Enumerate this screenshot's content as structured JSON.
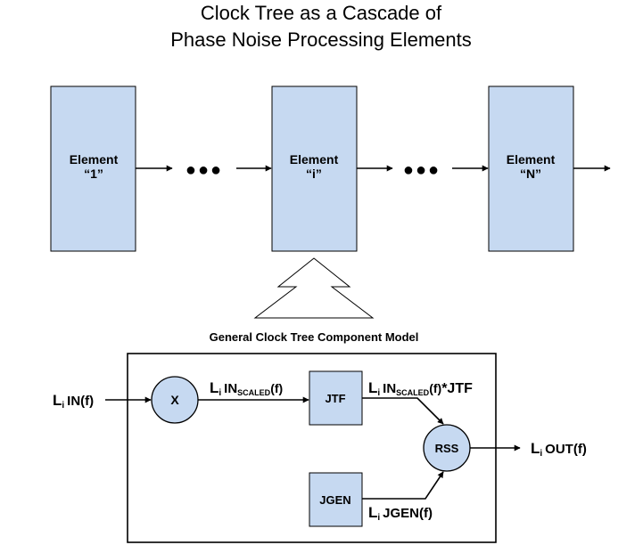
{
  "title": {
    "line1": "Clock Tree as a Cascade of",
    "line2": "Phase Noise Processing Elements"
  },
  "cascade": {
    "elements": [
      {
        "name": "Element",
        "index": "“1”"
      },
      {
        "name": "Element",
        "index": "“i”"
      },
      {
        "name": "Element",
        "index": "“N”"
      }
    ],
    "ellipsis_dots": "●●●"
  },
  "model": {
    "caption": "General Clock Tree Component Model",
    "input_L": "L",
    "input_i": "i",
    "input_rest": "IN(f)",
    "mult_label": "X",
    "scaled_L": "L",
    "scaled_i": "i",
    "scaled_in": "IN",
    "scaled_sub": "SCALED",
    "scaled_f": "(f)",
    "jtf_label": "JTF",
    "jtf_out_L": "L",
    "jtf_out_i": "i",
    "jtf_out_in": "IN",
    "jtf_out_sub": "SCALED",
    "jtf_out_f": "(f)",
    "jtf_out_tail": "*JTF",
    "rss_label": "RSS",
    "output_L": "L",
    "output_i": "i",
    "output_rest": "OUT(f)",
    "jgen_label": "JGEN",
    "jgen_out_L": "L",
    "jgen_out_i": "i",
    "jgen_out_rest": "JGEN(f)"
  }
}
